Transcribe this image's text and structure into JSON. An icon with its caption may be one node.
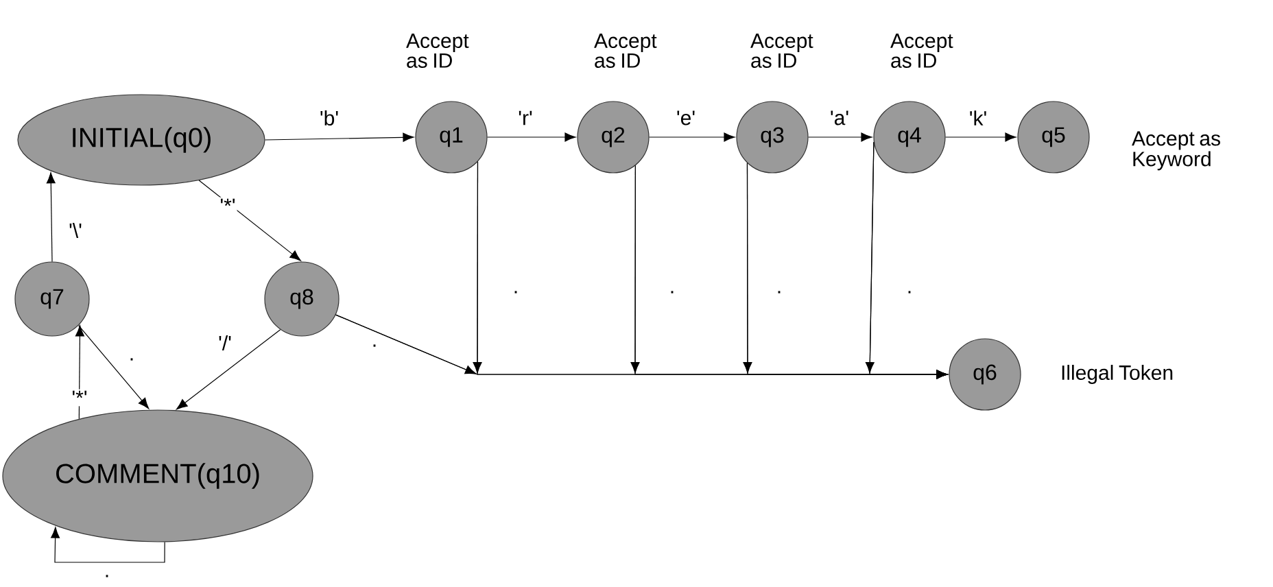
{
  "diagram": {
    "nodes": [
      {
        "text": [
          "INITIAL(q0)"
        ]
      },
      {
        "text": [
          "q1"
        ],
        "beside": [
          "Accept as ID"
        ]
      },
      {
        "text": [
          "q2"
        ],
        "beside": [
          "Accept as ID"
        ]
      },
      {
        "text": [
          "q3"
        ],
        "beside": [
          "Accept as ID"
        ]
      },
      {
        "text": [
          "q4"
        ],
        "beside": [
          "Accept as ID"
        ]
      },
      {
        "text": [
          "q5"
        ],
        "beside": [
          "Accept as Keyword"
        ]
      },
      {
        "text": [
          "q6"
        ],
        "beside": [
          "Illegal Token"
        ]
      },
      {
        "text": [
          "q7"
        ]
      },
      {
        "text": [
          "q8"
        ]
      },
      {
        "text": [
          "COMMENT(q10)"
        ]
      }
    ],
    "edges": [
      {
        "from": 0,
        "to": 1,
        "arrow": "to",
        "label": "'b'"
      },
      {
        "from": 1,
        "to": 2,
        "arrow": "to",
        "label": "'r'"
      },
      {
        "from": 2,
        "to": 3,
        "arrow": "to",
        "label": "'e'"
      },
      {
        "from": 3,
        "to": 4,
        "arrow": "to",
        "label": "'a'"
      },
      {
        "from": 4,
        "to": 5,
        "arrow": "to",
        "label": "'k'"
      },
      {
        "from": 0,
        "to": 8,
        "arrow": "to",
        "label": "'*'"
      },
      {
        "from": 7,
        "to": 0,
        "arrow": "to",
        "label": "'\\'"
      },
      {
        "from": 9,
        "to": 7,
        "arrow": "to",
        "label": "'*'"
      },
      {
        "from": 7,
        "to": 9,
        "arrow": "to",
        "label": "."
      },
      {
        "from": 8,
        "to": 9,
        "arrow": "to",
        "label": "'/'"
      },
      {
        "from": 9,
        "to": 9,
        "arrow": "to",
        "label": "."
      },
      {
        "from": 8,
        "to": 6,
        "arrow": "to",
        "label": "."
      },
      {
        "from": 1,
        "to": 6,
        "arrow": "to",
        "label": "."
      },
      {
        "from": 2,
        "to": 6,
        "arrow": "to",
        "label": "."
      },
      {
        "from": 3,
        "to": 6,
        "arrow": "to",
        "label": "."
      },
      {
        "from": 4,
        "to": 6,
        "arrow": "to",
        "label": "."
      }
    ]
  }
}
